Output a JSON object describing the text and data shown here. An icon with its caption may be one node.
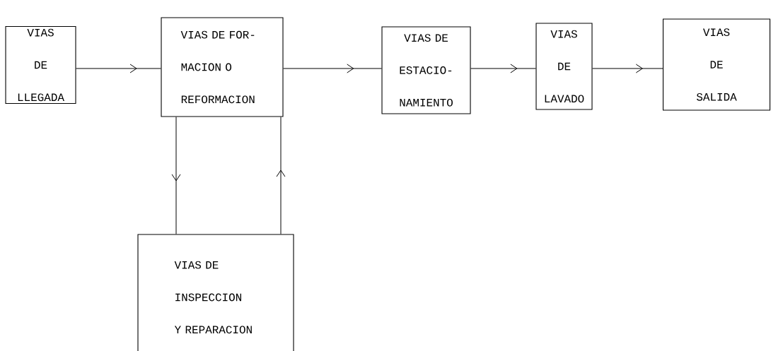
{
  "diagram": {
    "nodes": [
      {
        "text": [
          "VIAS DE LLEGADA"
        ]
      },
      {
        "text": [
          "VIAS DE FOR- MACION O REFORMACION"
        ]
      },
      {
        "text": [
          "VIAS DE ESTACIO- NAMIENTO"
        ]
      },
      {
        "text": [
          "VIAS DE LAVADO"
        ]
      },
      {
        "text": [
          "VIAS DE SALIDA"
        ]
      },
      {
        "text": [
          "VIAS DE INSPECCION Y REPARACION"
        ]
      }
    ],
    "edges": [
      {
        "from": 0,
        "to": 1,
        "arrow": "to"
      },
      {
        "from": 1,
        "to": 2,
        "arrow": "to"
      },
      {
        "from": 2,
        "to": 3,
        "arrow": "to"
      },
      {
        "from": 3,
        "to": 4,
        "arrow": "to"
      },
      {
        "from": 1,
        "to": 5,
        "arrow": "to"
      },
      {
        "from": 5,
        "to": 1,
        "arrow": "to"
      }
    ]
  }
}
